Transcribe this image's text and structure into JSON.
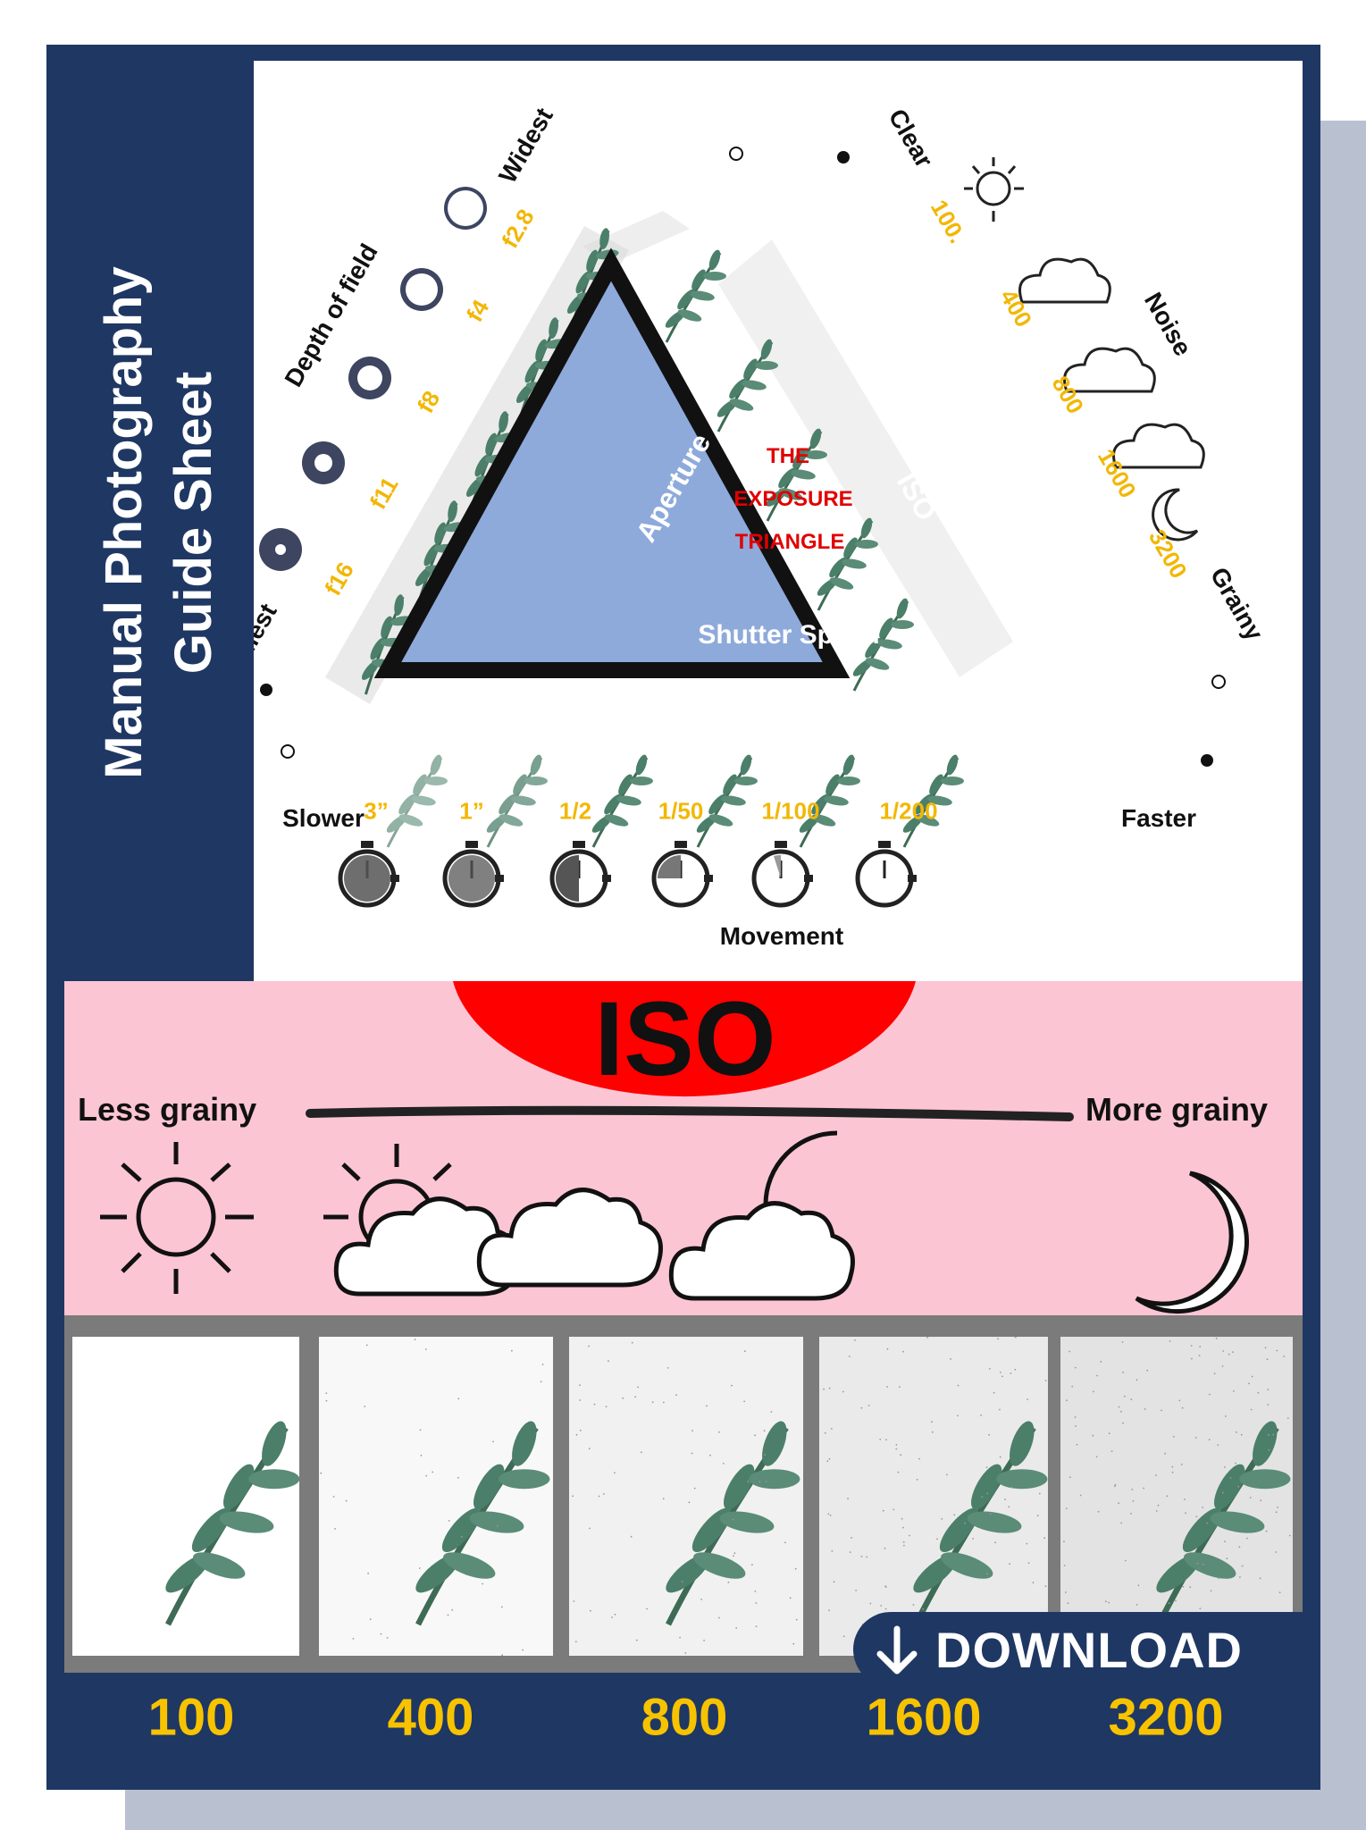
{
  "sidebar": {
    "title_line1": "Manual Photography",
    "title_line2": "Guide Sheet"
  },
  "triangle": {
    "center_line1": "THE",
    "center_line2": "EXPOSURE",
    "center_line3": "TRIANGLE",
    "side_aperture": "Aperture",
    "side_iso": "ISO",
    "side_shutter": "Shutter Speed"
  },
  "aperture": {
    "label_smallest": "Smallest",
    "label_depth": "Depth of field",
    "label_widest": "Widest",
    "stops": [
      "f16",
      "f11",
      "f8",
      "f4",
      "f2.8"
    ]
  },
  "iso_side": {
    "label_clear": "Clear",
    "label_noise": "Noise",
    "label_grainy": "Grainy",
    "values": [
      "100.",
      "400",
      "800",
      "1600",
      "3200"
    ]
  },
  "shutter": {
    "label_slower": "Slower",
    "label_faster": "Faster",
    "label_movement": "Movement",
    "speeds": [
      "3”",
      "1”",
      "1/2",
      "1/50",
      "1/100",
      "1/200"
    ]
  },
  "iso_section": {
    "title": "ISO",
    "less_label": "Less grainy",
    "more_label": "More grainy",
    "weather_icons": [
      "sun-icon",
      "sun-cloud-icon",
      "cloud-icon",
      "cloud-moon-icon",
      "moon-icon"
    ],
    "values": [
      "100",
      "400",
      "800",
      "1600",
      "3200"
    ],
    "grain_levels": [
      0,
      0.25,
      0.5,
      0.75,
      1
    ]
  },
  "download": {
    "label": "DOWNLOAD"
  },
  "colors": {
    "navy": "#1f3763",
    "pink": "#fcc5d4",
    "triangle": "#8eaadb",
    "gold": "#f2b705",
    "red": "#e10000"
  }
}
